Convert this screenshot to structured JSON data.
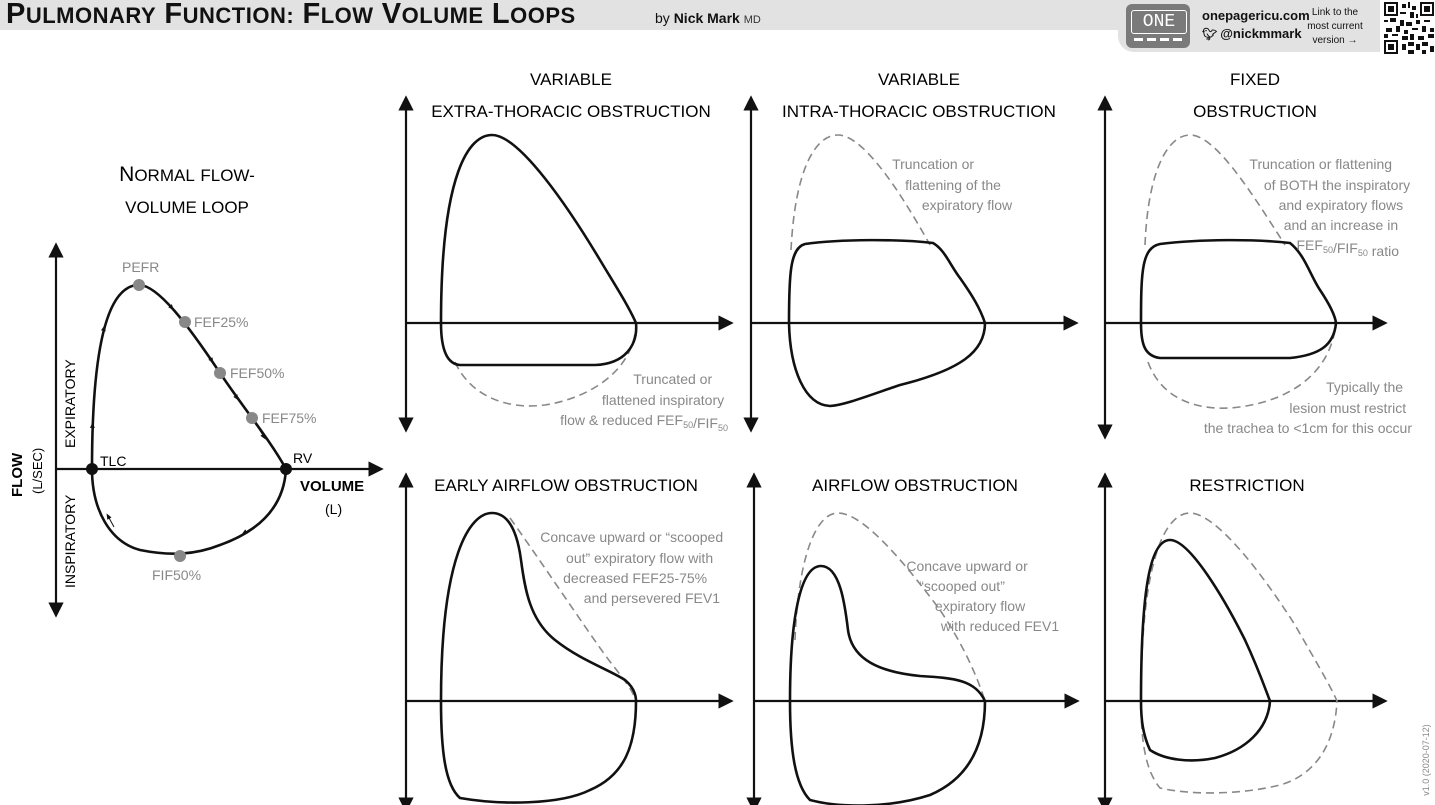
{
  "header": {
    "title": "Pulmonary function: flow volume loops",
    "by": "by",
    "author": "Nick Mark",
    "credential": "MD",
    "logo_text": "ONE",
    "site": "onepagericu.com",
    "twitter": "@nickmmark",
    "link_line1": "Link to the",
    "link_line2": "most current",
    "link_line3": "version →"
  },
  "version": "v1.0 (2020-07-12)",
  "normal": {
    "title_line1": "Normal flow-",
    "title_line2": "volume loop",
    "flow_axis": "FLOW",
    "flow_units": "(L/sec)",
    "expiratory": "EXPIRATORY",
    "inspiratory": "INSPIRATORY",
    "volume_axis": "VOLUME",
    "volume_units": "(L)",
    "tlc": "TLC",
    "rv": "RV",
    "pefr": "PEFR",
    "fef25": "FEF25%",
    "fef50": "FEF50%",
    "fef75": "FEF75%",
    "fif50": "FIF50%"
  },
  "panels": [
    {
      "id": "extrathoracic",
      "title_line1": "VARIABLE",
      "title_line2": "EXTRA-THORACIC OBSTRUCTION",
      "note": [
        "Truncated or",
        "flattened inspiratory",
        "flow & reduced FEF50/FIF50"
      ]
    },
    {
      "id": "intrathoracic",
      "title_line1": "VARIABLE",
      "title_line2": "INTRA-THORACIC OBSTRUCTION",
      "note": [
        "Truncation or",
        "flattening of the",
        "expiratory flow"
      ]
    },
    {
      "id": "fixed",
      "title_line1": "FIXED",
      "title_line2": "OBSTRUCTION",
      "note": [
        "Truncation or flattening",
        "of BOTH the inspiratory",
        "and expiratory flows",
        "and an increase in",
        "FEF50/FIF50 ratio"
      ],
      "note2": [
        "Typically the",
        "lesion must restrict",
        "the trachea to <1cm for this occur"
      ]
    },
    {
      "id": "early",
      "title_line1": "EARLY AIRFLOW OBSTRUCTION",
      "note": [
        "Concave upward or “scooped",
        "out” expiratory flow with",
        "decreased FEF25-75%",
        "and persevered FEV1"
      ]
    },
    {
      "id": "airflow",
      "title_line1": "AIRFLOW OBSTRUCTION",
      "note": [
        "Concave upward or",
        "“scooped out”",
        "expiratory flow",
        "with reduced FEV1"
      ]
    },
    {
      "id": "restriction",
      "title_line1": "RESTRICTION"
    }
  ]
}
